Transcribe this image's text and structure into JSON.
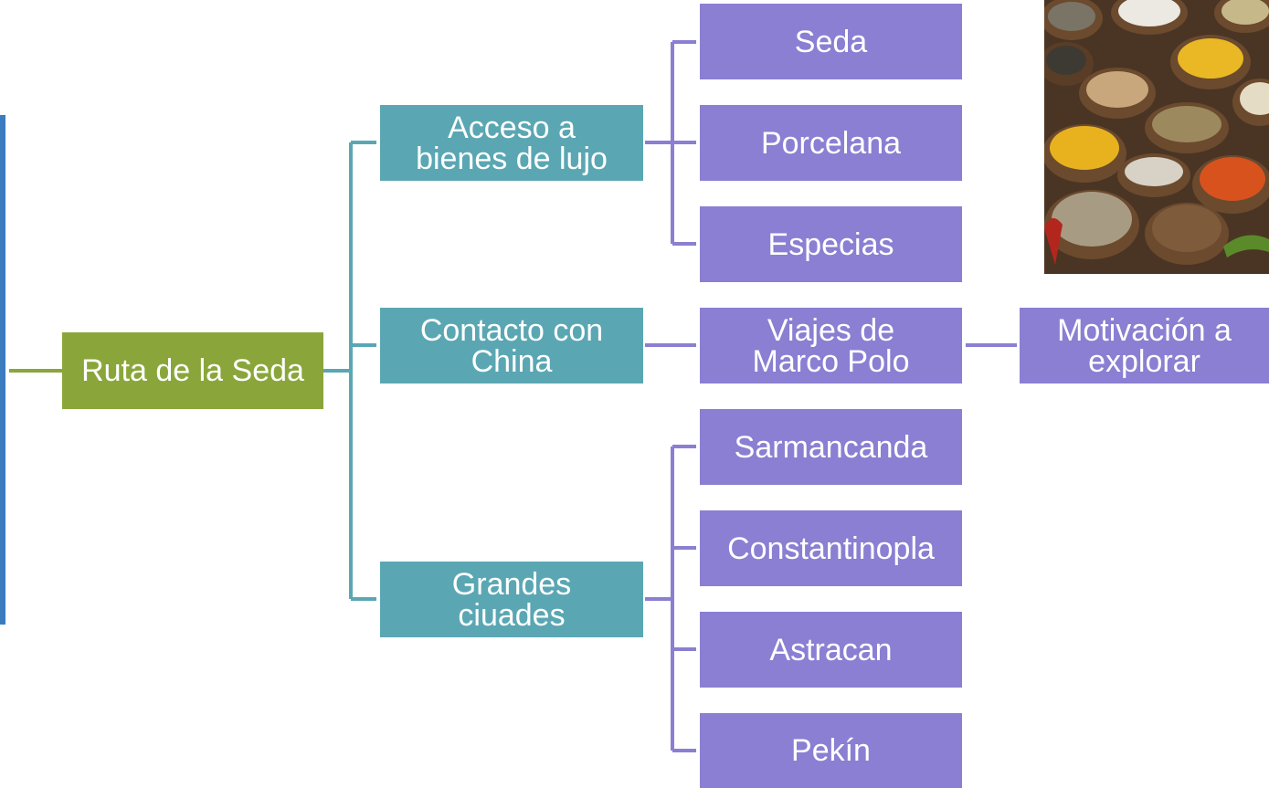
{
  "diagram": {
    "root": {
      "label": "Ruta de la Seda"
    },
    "branches": [
      {
        "label": "Acceso a\nbienes de lujo",
        "children": [
          "Seda",
          "Porcelana",
          "Especias"
        ]
      },
      {
        "label": "Contacto con\nChina",
        "children": [
          "Viajes de\nMarco Polo"
        ],
        "grandchild": "Motivación a\nexplorar"
      },
      {
        "label": "Grandes\nciuades",
        "children": [
          "Sarmancanda",
          "Constantinopla",
          "Astracan",
          "Pekín"
        ]
      }
    ]
  },
  "colors": {
    "root": "#8aa63a",
    "level1": "#5aa7b3",
    "level2": "#8a7fd2",
    "accent_bar": "#3b7cc0"
  },
  "image": {
    "icon": "spices-photo"
  }
}
